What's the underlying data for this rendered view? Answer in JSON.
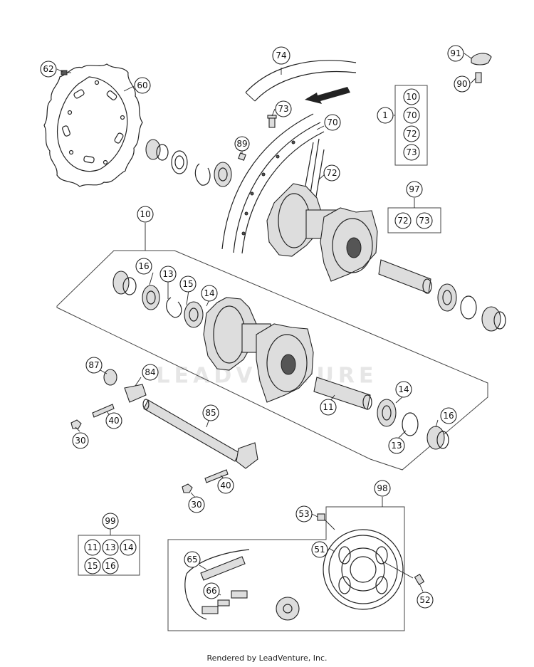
{
  "footer_text": "Rendered by LeadVenture, Inc.",
  "watermark_text": "LEADVENTURE",
  "callouts": {
    "c62": "62",
    "c60": "60",
    "c74": "74",
    "c73a": "73",
    "c70": "70",
    "c89": "89",
    "c72": "72",
    "c91": "91",
    "c90": "90",
    "c1": "1",
    "c97": "97",
    "c10": "10",
    "c16a": "16",
    "c13a": "13",
    "c15": "15",
    "c14a": "14",
    "c87": "87",
    "c84": "84",
    "c85": "85",
    "c40a": "40",
    "c30a": "30",
    "c11a": "11",
    "c14b": "14",
    "c16b": "16",
    "c13b": "13",
    "c40b": "40",
    "c30b": "30",
    "c99": "99",
    "c98": "98",
    "c53": "53",
    "c51": "51",
    "c52": "52",
    "c65": "65",
    "c66": "66"
  },
  "kit_1": [
    "10",
    "70",
    "72",
    "73"
  ],
  "kit_97": [
    "72",
    "73"
  ],
  "kit_99": [
    "11",
    "13",
    "14",
    "15",
    "16"
  ]
}
